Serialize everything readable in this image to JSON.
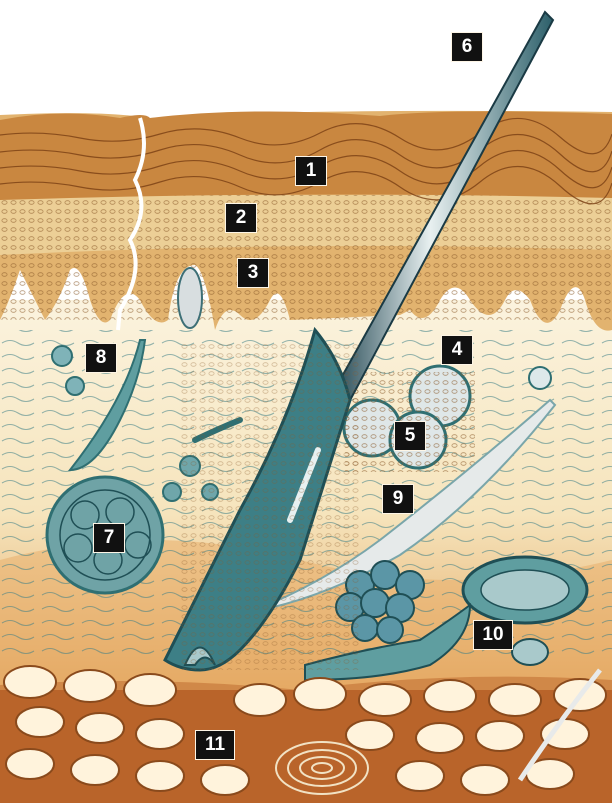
{
  "labels": [
    "1",
    "2",
    "3",
    "4",
    "5",
    "6",
    "7",
    "8",
    "9",
    "10",
    "11"
  ],
  "colors": {
    "stratum_corneum": "#c8823f",
    "stratum_corneum_dark": "#8a4a1c",
    "epidermis_band": "#d9a05a",
    "spinous_layer": "#efd8a2",
    "basal_layer": "#c77b33",
    "dermis": "#f7ecd0",
    "dermis_deep": "#e8b870",
    "subcutis": "#c06a2a",
    "fat_cell": "#fff3dc",
    "teal": "#5f9ea0",
    "teal_dark": "#2f6f72",
    "hair": "#2c5f6a",
    "label_bg": "#111111",
    "label_text": "#ffffff"
  }
}
